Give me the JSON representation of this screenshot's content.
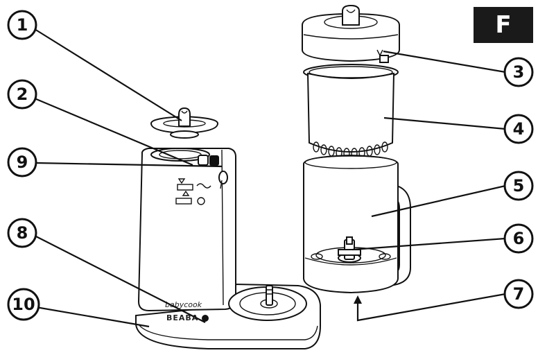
{
  "language_badge": "F",
  "product_text": {
    "model": "babycook",
    "brand": "BEABA"
  },
  "callouts": [
    {
      "label": "1"
    },
    {
      "label": "2"
    },
    {
      "label": "3"
    },
    {
      "label": "4"
    },
    {
      "label": "5"
    },
    {
      "label": "6"
    },
    {
      "label": "7"
    },
    {
      "label": "8"
    },
    {
      "label": "9"
    },
    {
      "label": "10"
    }
  ]
}
